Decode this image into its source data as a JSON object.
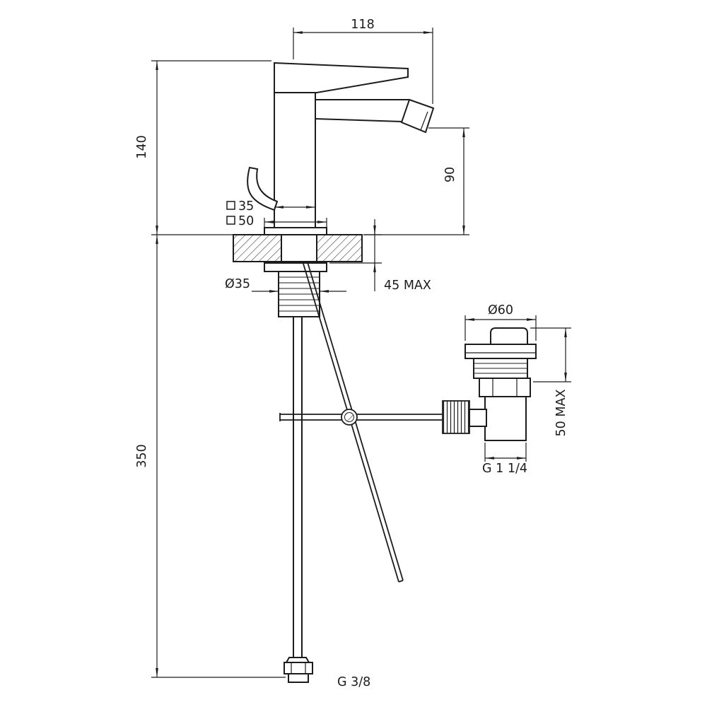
{
  "drawing": {
    "subject": "single-lever bidet mixer with pop-up waste, dimensioned technical drawing"
  },
  "colors": {
    "line": "#1c1c1c",
    "background": "#ffffff",
    "hatch": "#4d4d4d"
  },
  "faucet_dimensions": {
    "overall_projection": "118",
    "body_height": "140",
    "spout_height": "90",
    "base_square_small": "35",
    "base_square_large": "50",
    "mounting_hole": "Ø35",
    "deck_thickness_max": "45 MAX",
    "hose_length": "350",
    "supply_connection": "G 3/8"
  },
  "waste_dimensions": {
    "flange_diameter": "Ø60",
    "clamp_range_max": "50 MAX",
    "connection_thread": "G 1 1/4"
  }
}
